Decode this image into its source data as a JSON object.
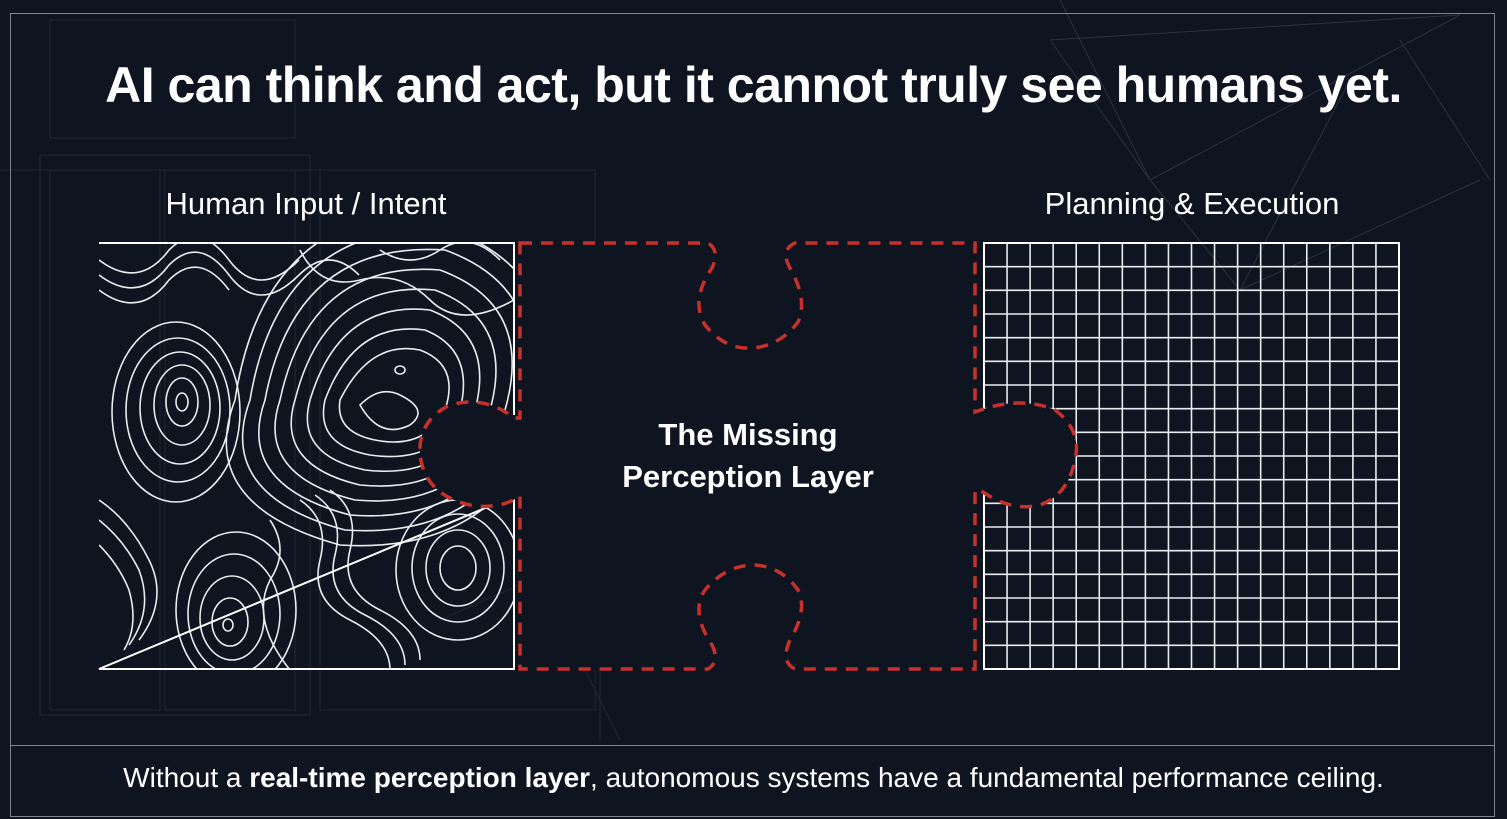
{
  "title": "AI can think and act, but it cannot truly see humans yet.",
  "left_panel": {
    "label": "Human Input / Intent",
    "pattern": "topographic-contours"
  },
  "right_panel": {
    "label": "Planning & Execution",
    "pattern": "grid",
    "grid_columns": 18,
    "grid_rows": 18
  },
  "center_piece": {
    "line1": "The Missing",
    "line2": "Perception Layer",
    "outline_color": "#c8302c",
    "style": "dashed-puzzle-piece"
  },
  "footer": {
    "prefix": "Without a ",
    "emphasis": "real-time perception layer",
    "suffix": ", autonomous systems have a fundamental performance ceiling."
  },
  "colors": {
    "background": "#0f1520",
    "text": "#ffffff",
    "accent_red": "#c8302c",
    "frame": "#7d8694"
  }
}
